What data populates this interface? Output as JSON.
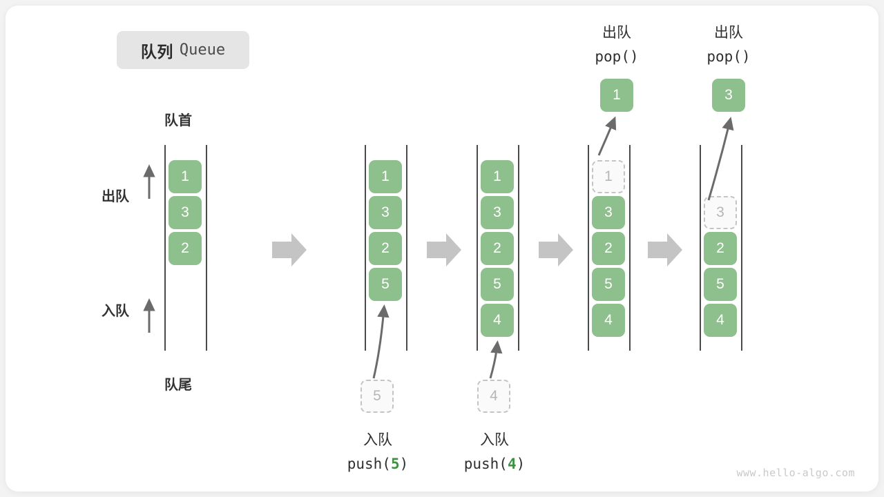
{
  "diagram": {
    "title_cn": "队列",
    "title_en": "Queue",
    "watermark": "www.hello-algo.com",
    "colors": {
      "element_fill": "#8ec08d",
      "ghost_fill": "#fafafa",
      "ghost_border": "#c4c4c4",
      "rail": "#4a4a4a",
      "arrow": "#6b6b6b",
      "step_arrow": "#c4c4c4",
      "accent_number": "#3f9142",
      "badge_bg": "#e5e5e5",
      "card_bg": "#ffffff",
      "page_bg": "#f3f3f3"
    },
    "labels": {
      "front": "队首",
      "rear": "队尾",
      "dequeue": "出队",
      "enqueue": "入队"
    },
    "stages": [
      {
        "id": "initial",
        "cells": [
          {
            "value": "1",
            "state": "filled"
          },
          {
            "value": "3",
            "state": "filled"
          },
          {
            "value": "2",
            "state": "filled"
          }
        ],
        "caption_cn": "",
        "caption_code": ""
      },
      {
        "id": "push-5",
        "cells": [
          {
            "value": "1",
            "state": "filled"
          },
          {
            "value": "3",
            "state": "filled"
          },
          {
            "value": "2",
            "state": "filled"
          },
          {
            "value": "5",
            "state": "filled"
          }
        ],
        "pending": {
          "value": "5",
          "state": "ghost"
        },
        "caption_cn": "入队",
        "caption_code_prefix": "push(",
        "caption_code_arg": "5",
        "caption_code_suffix": ")"
      },
      {
        "id": "push-4",
        "cells": [
          {
            "value": "1",
            "state": "filled"
          },
          {
            "value": "3",
            "state": "filled"
          },
          {
            "value": "2",
            "state": "filled"
          },
          {
            "value": "5",
            "state": "filled"
          },
          {
            "value": "4",
            "state": "filled"
          }
        ],
        "pending": {
          "value": "4",
          "state": "ghost"
        },
        "caption_cn": "入队",
        "caption_code_prefix": "push(",
        "caption_code_arg": "4",
        "caption_code_suffix": ")"
      },
      {
        "id": "pop-1",
        "cells": [
          {
            "value": "1",
            "state": "ghost"
          },
          {
            "value": "3",
            "state": "filled"
          },
          {
            "value": "2",
            "state": "filled"
          },
          {
            "value": "5",
            "state": "filled"
          },
          {
            "value": "4",
            "state": "filled"
          }
        ],
        "popped": {
          "value": "1",
          "state": "filled"
        },
        "header_cn": "出队",
        "header_code": "pop()"
      },
      {
        "id": "pop-3",
        "cells": [
          {
            "value": "",
            "state": "empty"
          },
          {
            "value": "3",
            "state": "ghost"
          },
          {
            "value": "2",
            "state": "filled"
          },
          {
            "value": "5",
            "state": "filled"
          },
          {
            "value": "4",
            "state": "filled"
          }
        ],
        "popped": {
          "value": "3",
          "state": "filled"
        },
        "header_cn": "出队",
        "header_code": "pop()"
      }
    ]
  }
}
